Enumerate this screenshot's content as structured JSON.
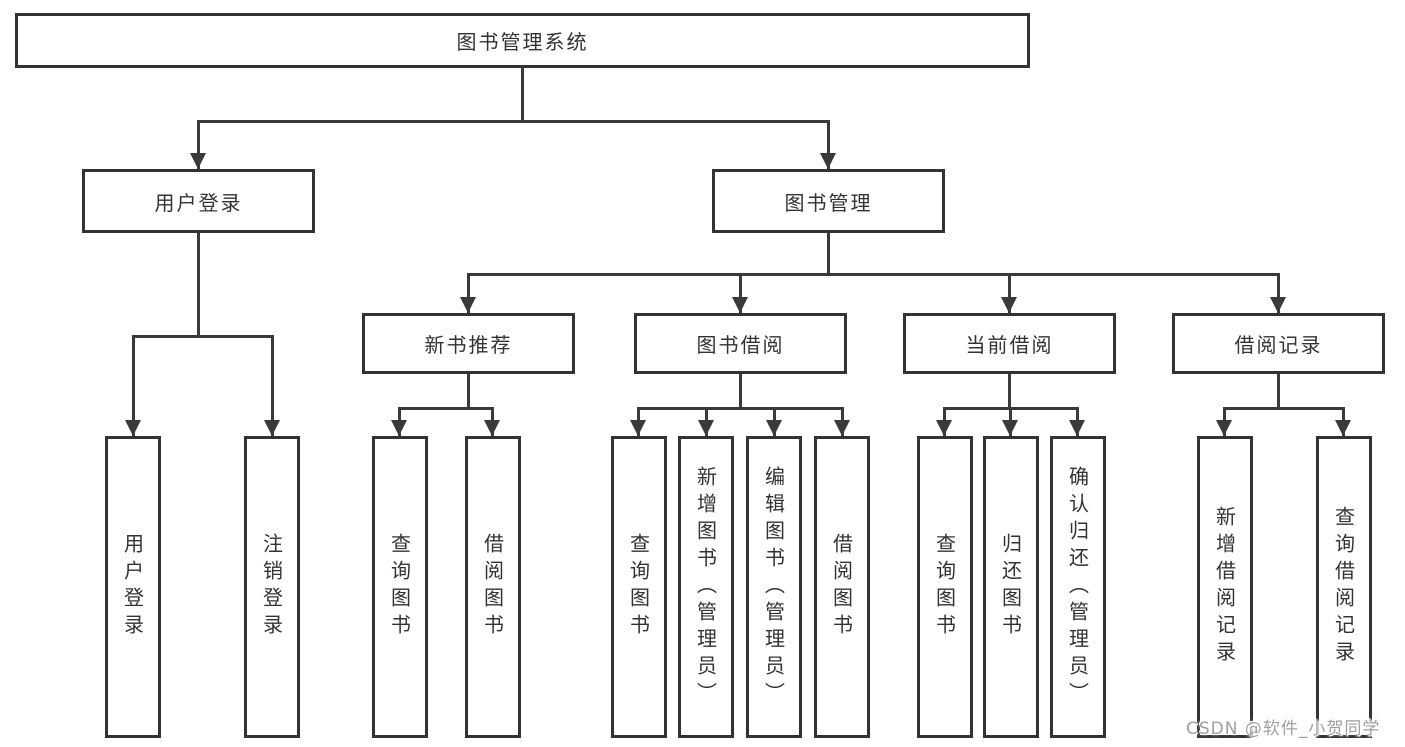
{
  "colors": {
    "line": "#3a3a3a",
    "box_border": "#333333",
    "text": "#333333",
    "background": "#ffffff",
    "watermark_text": "#a0a0a0"
  },
  "root": {
    "label": "图书管理系统"
  },
  "level2": [
    {
      "label": "用户登录"
    },
    {
      "label": "图书管理"
    }
  ],
  "level3": [
    {
      "label": "新书推荐"
    },
    {
      "label": "图书借阅"
    },
    {
      "label": "当前借阅"
    },
    {
      "label": "借阅记录"
    }
  ],
  "leaves": {
    "user_login": [
      {
        "label": "用户登录"
      },
      {
        "label": "注销登录"
      }
    ],
    "new_books": [
      {
        "label": "查询图书"
      },
      {
        "label": "借阅图书"
      }
    ],
    "book_borrow": [
      {
        "label": "查询图书"
      },
      {
        "label": "新增图书（管理员）"
      },
      {
        "label": "编辑图书（管理员）"
      },
      {
        "label": "借阅图书"
      }
    ],
    "current_borrow": [
      {
        "label": "查询图书"
      },
      {
        "label": "归还图书"
      },
      {
        "label": "确认归还（管理员）"
      }
    ],
    "borrow_records": [
      {
        "label": "新增借阅记录"
      },
      {
        "label": "查询借阅记录"
      }
    ]
  },
  "watermark": {
    "text": "CSDN @软件_小贺同学"
  }
}
